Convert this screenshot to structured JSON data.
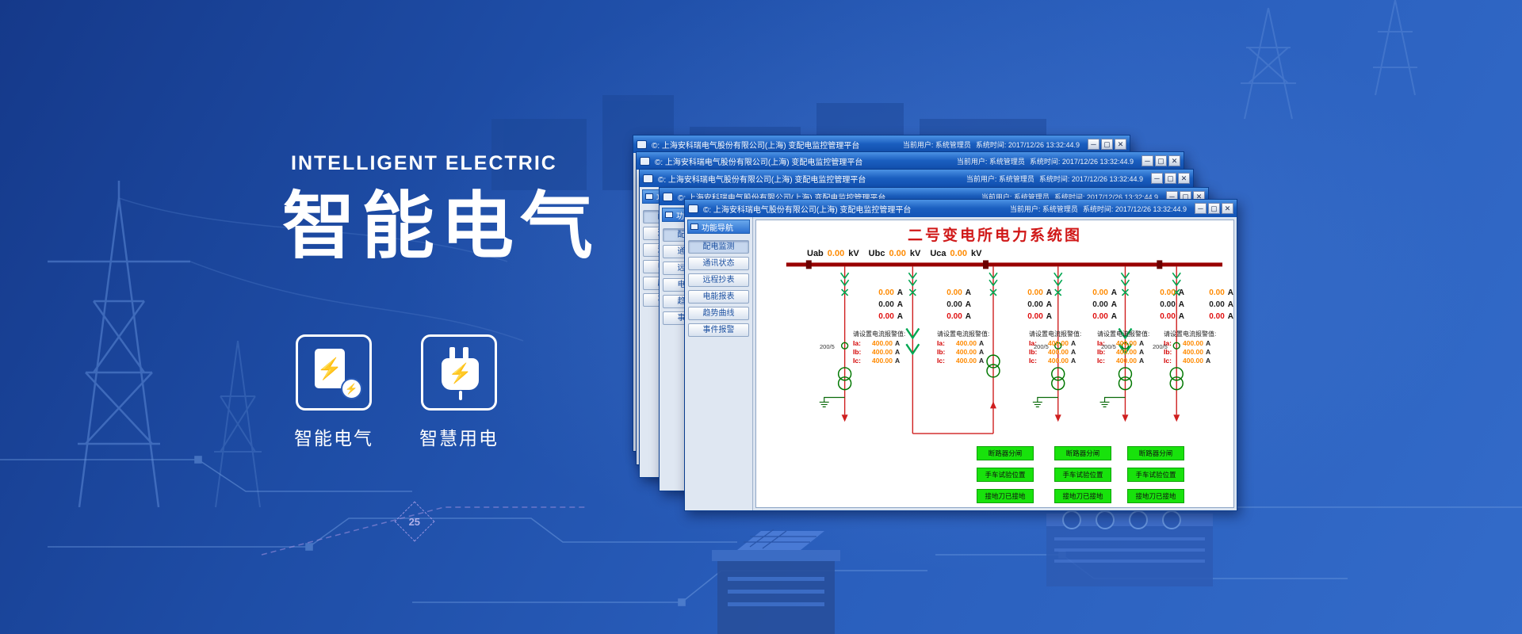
{
  "hero": {
    "eyebrow": "INTELLIGENT ELECTRIC",
    "headline": "智能电气",
    "features": [
      {
        "label": "智能电气",
        "icon": "smart-meter-icon"
      },
      {
        "label": "智慧用电",
        "icon": "smart-plug-icon"
      }
    ],
    "background_marker": "25"
  },
  "colors": {
    "background_top": "#15398a",
    "background_bottom": "#336bc9",
    "titlebar_blue": "#1b5fc0",
    "bus_red": "#990000",
    "line_red": "#cf1f1f",
    "symbol_green": "#00a651",
    "value_orange": "#ff8a00",
    "value_red": "#e01010",
    "status_green": "#18e20c"
  },
  "app_window": {
    "titlebar": {
      "icon": "monitor-icon",
      "title": "©: 上海安科瑞电气股份有限公司(上海)  变配电监控管理平台",
      "user_info": "当前用户: 系统管理员",
      "time_info": "系统时间: 2017/12/26  13:32:44.9",
      "controls": [
        {
          "name": "minimize",
          "glyph": "─"
        },
        {
          "name": "maximize",
          "glyph": "▢"
        },
        {
          "name": "close",
          "glyph": "✕"
        }
      ]
    },
    "nav": {
      "header": "功能导航",
      "items": [
        "配电监测",
        "通讯状态",
        "远程抄表",
        "电能报表",
        "趋势曲线",
        "事件报警"
      ],
      "active_index": 0
    }
  },
  "diagram": {
    "title": "二号变电所电力系统图",
    "voltages": [
      {
        "label": "Uab",
        "value": "0.00",
        "unit": "kV"
      },
      {
        "label": "Ubc",
        "value": "0.00",
        "unit": "kV"
      },
      {
        "label": "Uca",
        "value": "0.00",
        "unit": "kV"
      }
    ],
    "current_unit": "A",
    "feeder_currents": [
      [
        "0.00",
        "0.00",
        "0.00"
      ],
      [
        "0.00",
        "0.00",
        "0.00"
      ],
      [
        "0.00",
        "0.00",
        "0.00"
      ],
      [
        "0.00",
        "0.00",
        "0.00"
      ],
      [
        "0.00",
        "0.00",
        "0.00"
      ],
      [
        "0.00",
        "0.00",
        "0.00"
      ]
    ],
    "ct_ratio": "200/5",
    "alarm_blocks": [
      {
        "title": "请设置电流报警值:",
        "rows": [
          {
            "label": "Ia:",
            "value": "400.00",
            "unit": "A"
          },
          {
            "label": "Ib:",
            "value": "400.00",
            "unit": "A"
          },
          {
            "label": "Ic:",
            "value": "400.00",
            "unit": "A"
          }
        ]
      },
      {
        "title": "请设置电流报警值:",
        "rows": [
          {
            "label": "Ia:",
            "value": "400.00",
            "unit": "A"
          },
          {
            "label": "Ib:",
            "value": "400.00",
            "unit": "A"
          },
          {
            "label": "Ic:",
            "value": "400.00",
            "unit": "A"
          }
        ]
      },
      {
        "title": "请设置电流报警值:",
        "rows": [
          {
            "label": "Ia:",
            "value": "400.00",
            "unit": "A"
          },
          {
            "label": "Ib:",
            "value": "400.00",
            "unit": "A"
          },
          {
            "label": "Ic:",
            "value": "400.00",
            "unit": "A"
          }
        ]
      },
      {
        "title": "请设置电流报警值:",
        "rows": [
          {
            "label": "Ia:",
            "value": "400.00",
            "unit": "A"
          },
          {
            "label": "Ib:",
            "value": "400.00",
            "unit": "A"
          },
          {
            "label": "Ic:",
            "value": "400.00",
            "unit": "A"
          }
        ]
      },
      {
        "title": "请设置电流报警值:",
        "rows": [
          {
            "label": "Ia:",
            "value": "400.00",
            "unit": "A"
          },
          {
            "label": "Ib:",
            "value": "400.00",
            "unit": "A"
          },
          {
            "label": "Ic:",
            "value": "400.00",
            "unit": "A"
          }
        ]
      }
    ],
    "status_groups": [
      [
        "断路器分闸",
        "手车试验位置",
        "接地刀已接地"
      ],
      [
        "断路器分闸",
        "手车试验位置",
        "接地刀已接地"
      ],
      [
        "断路器分闸",
        "手车试验位置",
        "接地刀已接地"
      ]
    ]
  }
}
